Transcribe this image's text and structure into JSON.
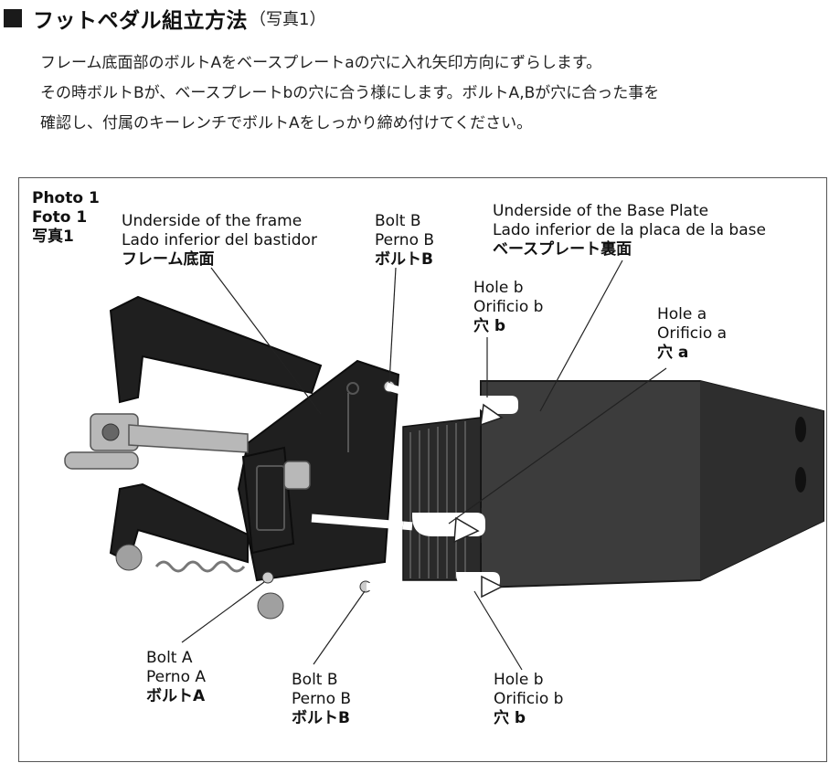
{
  "heading": {
    "title": "フットペダル組立方法",
    "subtitle": "（写真1）"
  },
  "instructions": [
    "フレーム底面部のボルトAをベースプレートaの穴に入れ矢印方向にずらします。",
    "その時ボルトBが、ベースプレートbの穴に合う様にします。ボルトA,Bが穴に合った事を",
    "確認し、付属のキーレンチでボルトAをしっかり締め付けてください。"
  ],
  "figure": {
    "photo_label": [
      "Photo 1",
      "Foto 1",
      "写真1"
    ],
    "callouts": {
      "frame_underside": [
        "Underside of the frame",
        "Lado inferior del bastidor",
        "フレーム底面"
      ],
      "bolt_b_top": [
        "Bolt B",
        "Perno B",
        "ボルトB"
      ],
      "base_plate_underside": [
        "Underside of the Base Plate",
        "Lado inferior de la placa de la base",
        "ベースプレート裏面"
      ],
      "hole_b_top": [
        "Hole b",
        "Orificio b",
        "穴 b"
      ],
      "hole_a": [
        "Hole a",
        "Orificio a",
        "穴 a"
      ],
      "bolt_a": [
        "Bolt A",
        "Perno A",
        "ボルトA"
      ],
      "bolt_b_bottom": [
        "Bolt B",
        "Perno B",
        "ボルトB"
      ],
      "hole_b_bottom": [
        "Hole b",
        "Orificio b",
        "穴 b"
      ]
    }
  }
}
